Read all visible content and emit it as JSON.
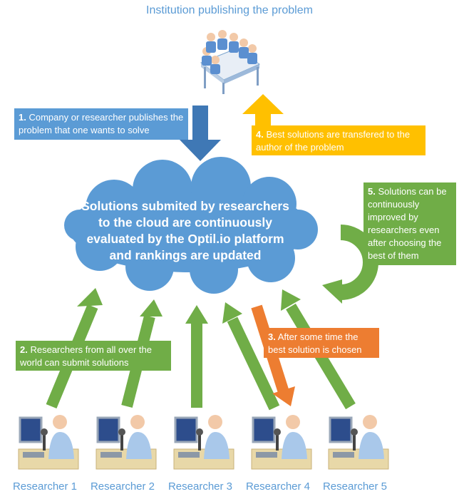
{
  "title": "Institution publishing the problem",
  "cloud": {
    "text": "Solutions submited by researchers to the cloud are continuously evaluated by the Optil.io platform and rankings are updated"
  },
  "steps": {
    "step1": {
      "num": "1.",
      "text": "Company or researcher publishes the problem that one  wants to solve"
    },
    "step2": {
      "num": "2.",
      "text": "Researchers from all over the world can submit solutions"
    },
    "step3": {
      "num": "3.",
      "text": "After some time the best solution is chosen"
    },
    "step4": {
      "num": "4.",
      "text": "Best solutions are transfered to the author of the problem"
    },
    "step5": {
      "num": "5.",
      "text": "Solutions can be continuously improved by researchers even after choosing the best of them"
    }
  },
  "researchers": [
    {
      "label": "Researcher 1"
    },
    {
      "label": "Researcher 2"
    },
    {
      "label": "Researcher 3"
    },
    {
      "label": "Researcher 4"
    },
    {
      "label": "Researcher 5"
    }
  ],
  "colors": {
    "blue": "#5b9bd5",
    "yellow": "#ffc000",
    "green": "#70ad47",
    "orange": "#ed7d31",
    "cloud": "#5b9bd5"
  },
  "icons": {
    "institution": "meeting-table-icon",
    "researcher": "researcher-at-computer-icon"
  }
}
